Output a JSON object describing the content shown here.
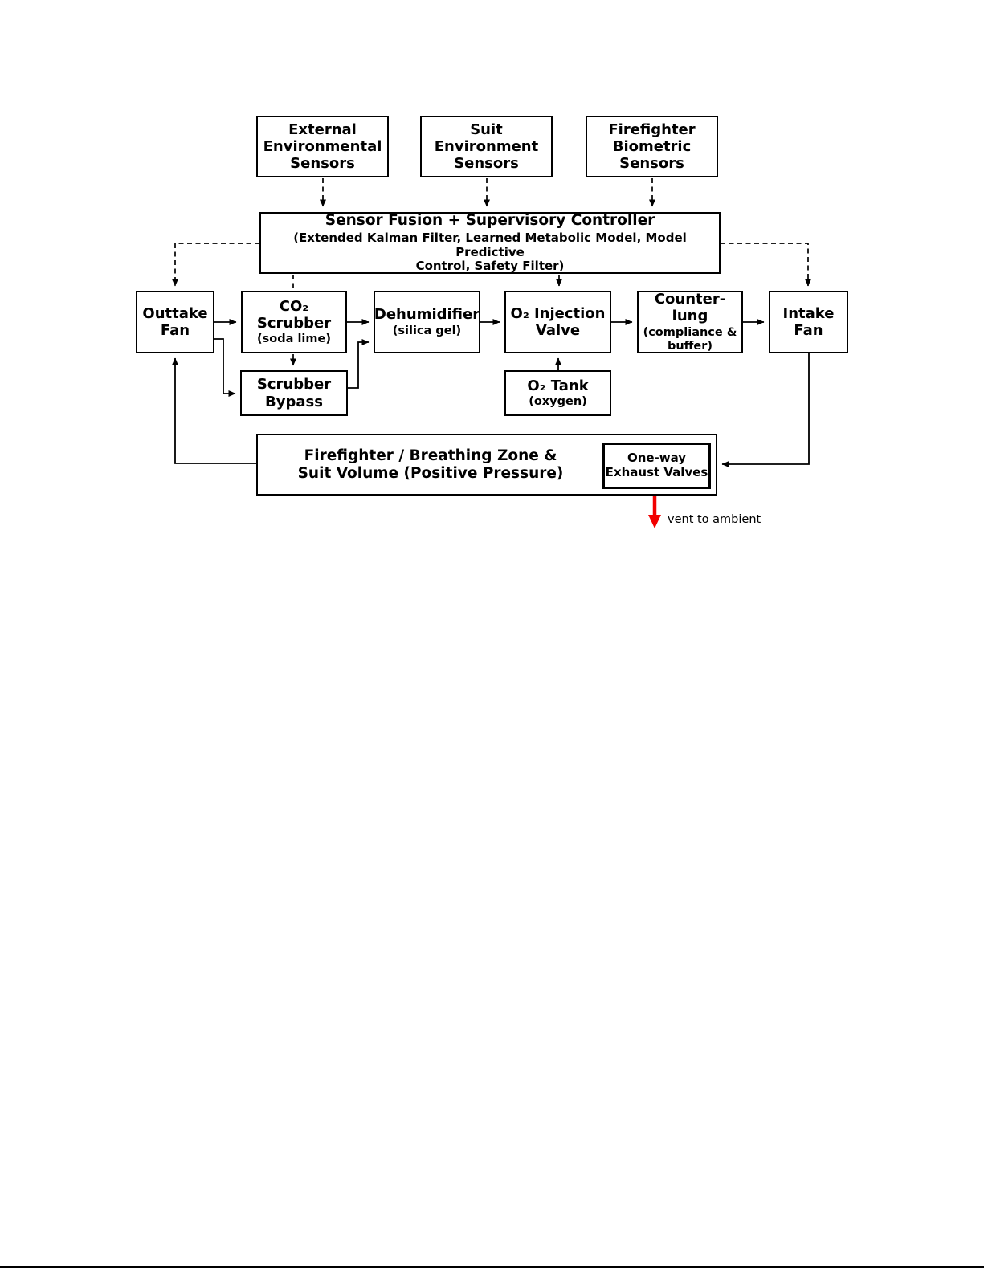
{
  "nodes": {
    "external_sensors": {
      "label": "External\nEnvironmental\nSensors"
    },
    "suit_sensors": {
      "label": "Suit\nEnvironment\nSensors"
    },
    "biometric_sensors": {
      "label": "Firefighter\nBiometric\nSensors"
    },
    "controller": {
      "title": "Sensor Fusion + Supervisory Controller",
      "subtitle": "(Extended Kalman Filter, Learned Metabolic Model, Model Predictive\nControl, Safety Filter)"
    },
    "outtake_fan": {
      "label": "Outtake\nFan"
    },
    "co2_scrubber": {
      "label": "CO₂ Scrubber",
      "sublabel": "(soda lime)"
    },
    "dehumidifier": {
      "label": "Dehumidifier",
      "sublabel": "(silica gel)"
    },
    "o2_valve": {
      "label": "O₂ Injection\nValve"
    },
    "counter_lung": {
      "label": "Counter-lung",
      "sublabel": "(compliance &\nbuffer)"
    },
    "intake_fan": {
      "label": "Intake\nFan"
    },
    "scrubber_bypass": {
      "label": "Scrubber\nBypass"
    },
    "o2_tank": {
      "label": "O₂ Tank",
      "sublabel": "(oxygen)"
    },
    "suit_volume": {
      "label": "Firefighter / Breathing Zone &\nSuit Volume (Positive Pressure)"
    },
    "exhaust_valves": {
      "label": "One-way\nExhaust Valves"
    }
  },
  "annotations": {
    "vent_label": "vent to ambient"
  },
  "colors": {
    "line": "#000000",
    "vent_arrow": "#f20000",
    "background": "#ffffff"
  }
}
